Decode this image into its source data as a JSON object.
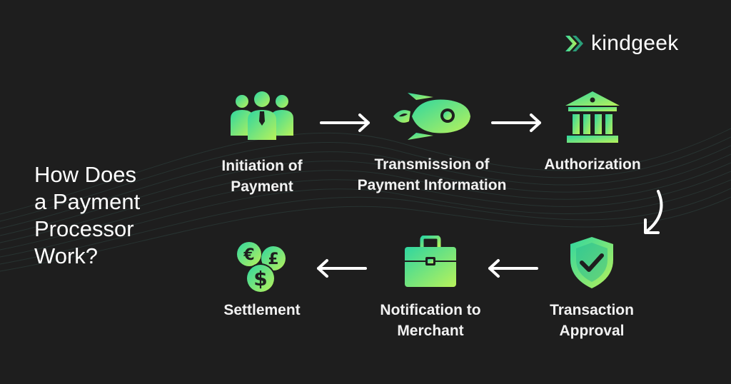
{
  "brand": {
    "name": "kindgeek"
  },
  "headline": "How Does\na Payment\nProcessor\nWork?",
  "steps": [
    {
      "label": "Initiation of\nPayment",
      "icon": "people-icon"
    },
    {
      "label": "Transmission of\nPayment Information",
      "icon": "rocket-icon"
    },
    {
      "label": "Authorization",
      "icon": "bank-icon"
    },
    {
      "label": "Transaction\nApproval",
      "icon": "shield-check-icon"
    },
    {
      "label": "Notification to\nMerchant",
      "icon": "briefcase-icon"
    },
    {
      "label": "Settlement",
      "icon": "coins-icon"
    }
  ],
  "colors": {
    "background": "#1e1e1e",
    "gradient_start": "#2fd6a0",
    "gradient_end": "#b8f25a",
    "text": "#ffffff"
  }
}
